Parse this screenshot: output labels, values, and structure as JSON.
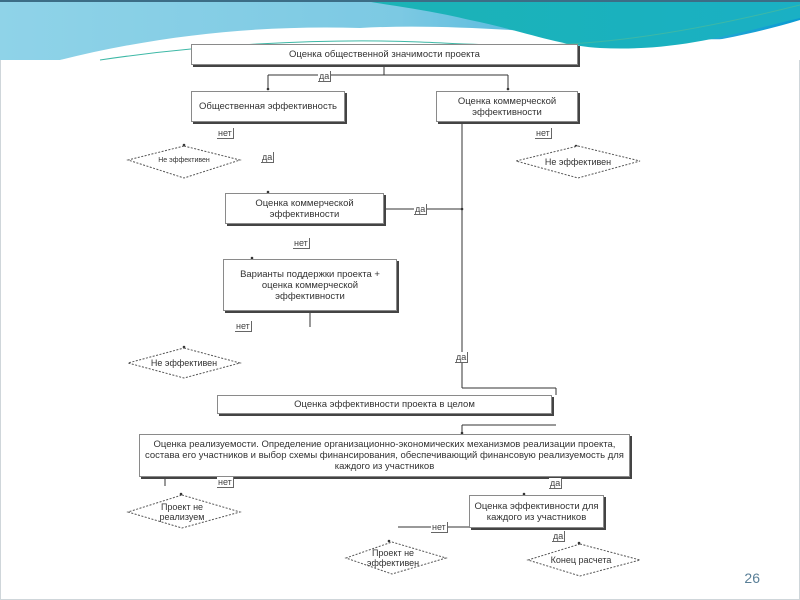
{
  "slide": {
    "page_number": "26",
    "colors": {
      "header_wave_light": "#86cfe6",
      "header_wave_dark": "#0b9ad0",
      "accent_teal": "#1ab7a8",
      "line": "#333333",
      "page_number": "#5a7f97"
    }
  },
  "flowchart": {
    "boxes": {
      "social_significance": "Оценка общественной значимости проекта",
      "social_efficiency": "Общественная эффективность",
      "commercial_efficiency_right": "Оценка коммерческой эффективности",
      "commercial_efficiency_mid": "Оценка коммерческой эффективности",
      "support_variants": "Варианты поддержки проекта + оценка коммерческой эффективности",
      "overall_efficiency": "Оценка эффективности проекта в целом",
      "feasibility": "Оценка реализуемости. Определение организационно-экономических механизмов реализации проекта, состава его участников и выбор схемы финансирования, обеспечивающий финансовую реализуемость для каждого из участников",
      "participants_efficiency": "Оценка эффективности для каждого из участников"
    },
    "terminals": {
      "not_efficient_1": "Не эффективен",
      "not_efficient_2": "Не эффективен",
      "not_efficient_3": "Не эффективен",
      "not_feasible": "Проект не реализуем",
      "project_not_efficient": "Проект не эффективен",
      "end": "Конец расчета"
    },
    "labels": {
      "yes": "да",
      "no": "нет"
    }
  }
}
